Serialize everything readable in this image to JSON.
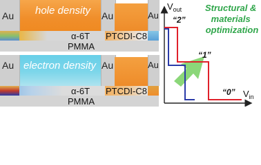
{
  "top_panel": {
    "electrode_left": "Au",
    "electrode_mid": "Au",
    "electrode_right": "Au",
    "density_label": "hole density",
    "semiconductor_p": "α-6T",
    "semiconductor_n": "PTCDI-C8",
    "dielectric": "PMMA"
  },
  "bottom_panel": {
    "electrode_left": "Au",
    "electrode_mid": "Au",
    "electrode_right": "Au",
    "density_label": "electron density",
    "semiconductor_p": "α-6T",
    "semiconductor_n": "PTCDI-C8",
    "dielectric": "PMMA"
  },
  "graph": {
    "y_axis_label": "V",
    "y_axis_sub": "out",
    "x_axis_label": "V",
    "x_axis_sub": "in",
    "annotation_line1": "Structural &",
    "annotation_line2": "materials",
    "annotation_line3": "optimization",
    "state_high": "“2”",
    "state_mid": "“1”",
    "state_low": "“0”",
    "colors": {
      "red_curve": "#e0202a",
      "blue_curve": "#2a3aa8",
      "arrow": "#7ed36a",
      "annotation": "#2fa64a"
    }
  }
}
